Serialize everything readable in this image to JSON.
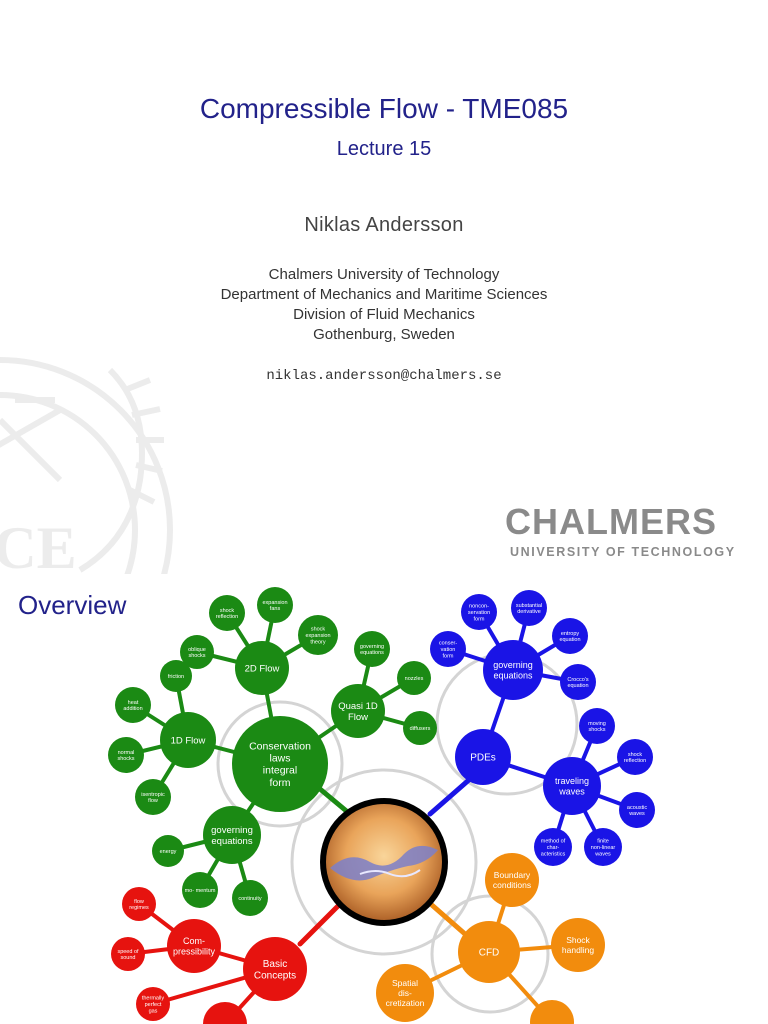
{
  "slide1": {
    "title": "Compressible Flow - TME085",
    "subtitle": "Lecture 15",
    "author": "Niklas Andersson",
    "affiliation": [
      "Chalmers University of Technology",
      "Department of Mechanics and Maritime Sciences",
      "Division of Fluid Mechanics",
      "Gothenburg, Sweden"
    ],
    "email": "niklas.andersson@chalmers.se",
    "logo": {
      "name": "CHALMERS",
      "subtitle": "UNIVERSITY OF TECHNOLOGY"
    },
    "watermark_letters": "NCE"
  },
  "slide2": {
    "title": "Overview",
    "colors": {
      "green": "#1b8a14",
      "blue": "#1a14e6",
      "red": "#e6130f",
      "orange": "#f28c0d",
      "title": "#22228a"
    },
    "green": {
      "hub": "Conservation laws integral form",
      "nodes": {
        "flow2d": "2D Flow",
        "quasi1d": "Quasi 1D Flow",
        "flow1d": "1D Flow",
        "gov": "governing equations"
      },
      "leaves": {
        "shock_reflection": "shock reflection",
        "expansion_fans": "expansion fans",
        "shock_expansion": "shock expansion theory",
        "oblique": "oblique shocks",
        "friction": "friction",
        "governing_eq": "governing equations",
        "nozzles": "nozzles",
        "diffusers": "diffusers",
        "heat": "heat addition",
        "normal": "normal shocks",
        "isentropic": "isentropic flow",
        "energy": "energy",
        "momentum": "mo- mentum",
        "continuity": "continuity"
      }
    },
    "blue": {
      "hub": "PDEs",
      "nodes": {
        "gov": "governing equations",
        "waves": "traveling waves"
      },
      "leaves": {
        "nonconservation": "noncon- servation form",
        "substantial": "substantial derivative",
        "conservation": "conser- vation form",
        "entropy": "entropy equation",
        "crocco": "Crocco's equation",
        "moving": "moving shocks",
        "shock_reflection": "shock reflection",
        "acoustic": "acoustic waves",
        "characteristics": "method of char- acteristics",
        "finite": "finite non-linear waves"
      }
    },
    "red": {
      "hub": "Basic Concepts",
      "nodes": {
        "comp": "Com- pressibility"
      },
      "leaves": {
        "flow_regimes": "flow regimes",
        "speed_sound": "speed of sound",
        "perfect_gas": "thermally perfect gas"
      }
    },
    "orange": {
      "hub": "CFD",
      "leaves": {
        "boundary": "Boundary conditions",
        "shock_handling": "Shock handling",
        "spatial": "Spatial dis- cretization"
      }
    },
    "center_icon": "flow-simulation-image"
  }
}
